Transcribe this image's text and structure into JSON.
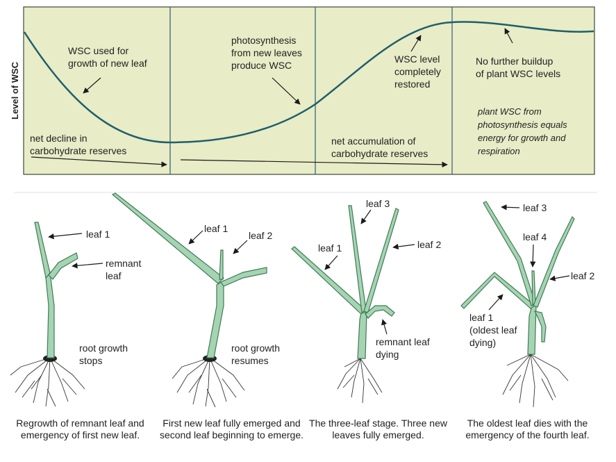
{
  "colors": {
    "panel_bg": "#e8ecc7",
    "panel_border": "#3a4a33",
    "divider": "#2f5d74",
    "curve": "#1f5f6a",
    "leaf_fill": "#a6d4b3",
    "leaf_stroke": "#3e7a55",
    "root": "#333333"
  },
  "chart": {
    "y_axis_label": "Level of WSC",
    "stage_notes": [
      "WSC used for|growth of new leaf",
      "photosynthesis|from new leaves|produce WSC",
      "WSC level|completely|restored",
      "No further buildup|of plant WSC levels"
    ],
    "italic_note": "plant WSC from|photosynthesis equals|energy for growth and|respiration",
    "trend_notes": [
      "net decline in|carbohydrate reserves",
      "net accumulation of|carbohydrate reserves"
    ]
  },
  "plants": [
    {
      "labels": [
        "leaf 1",
        "remnant|leaf",
        "root growth|stops"
      ],
      "caption": "Regrowth of remnant leaf and emergency of first new leaf."
    },
    {
      "labels": [
        "leaf 1",
        "leaf 2",
        "root growth|resumes"
      ],
      "caption": "First new leaf fully emerged and second leaf beginning to emerge."
    },
    {
      "labels": [
        "leaf 3",
        "leaf 1",
        "leaf 2",
        "remnant leaf|dying"
      ],
      "caption": "The three-leaf stage. Three new leaves fully emerged."
    },
    {
      "labels": [
        "leaf 3",
        "leaf 4",
        "leaf 2",
        "leaf 1|(oldest leaf|dying)"
      ],
      "caption": "The oldest leaf dies with the emergency of the fourth leaf."
    }
  ]
}
